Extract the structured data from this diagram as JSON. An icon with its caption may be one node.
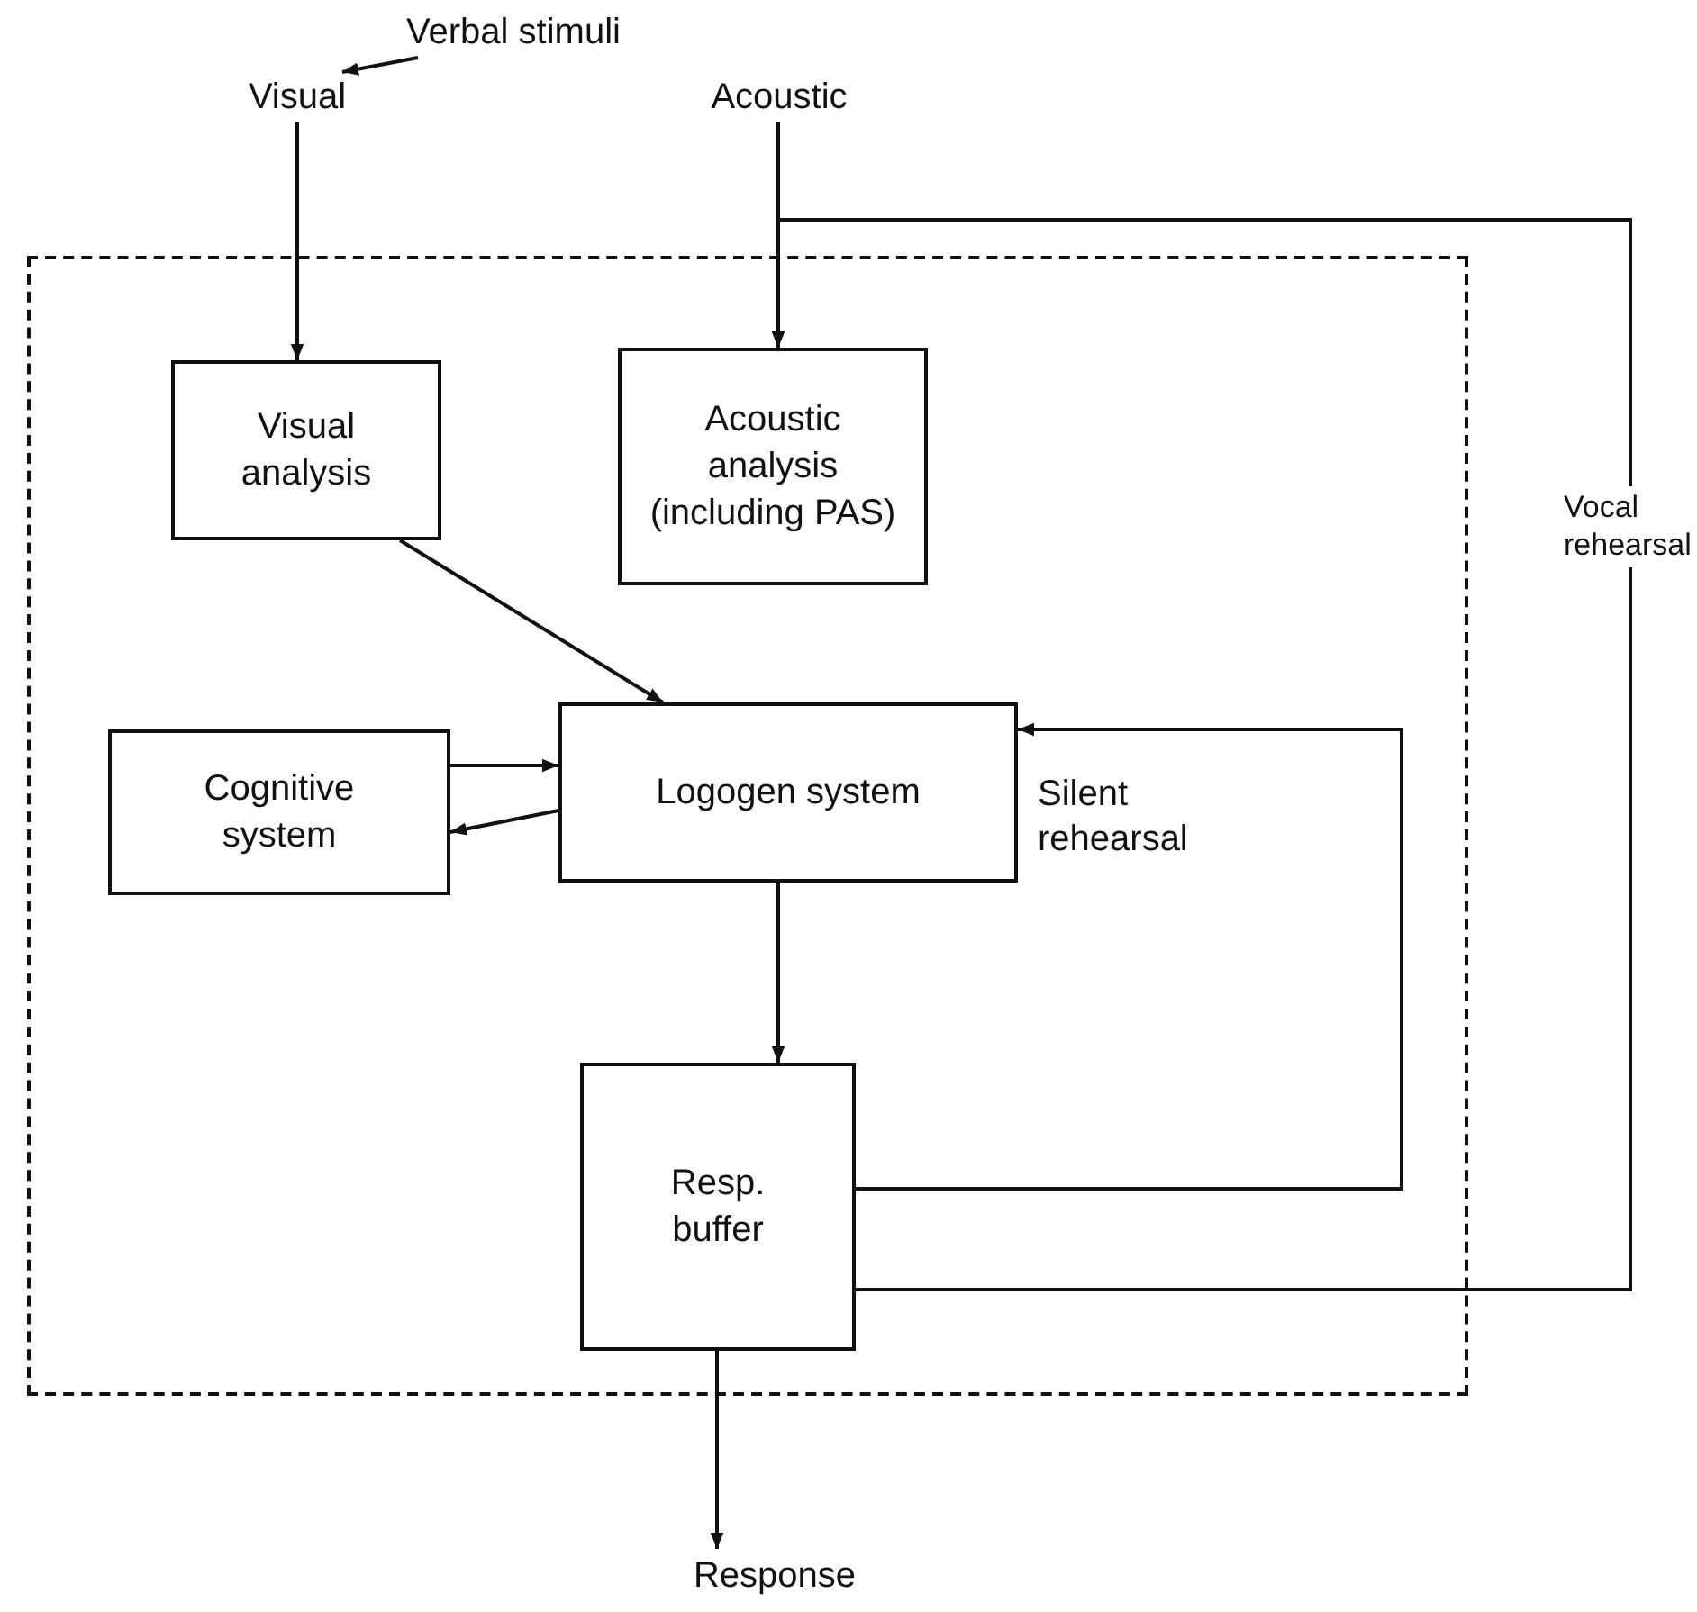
{
  "diagram": {
    "nodes": [
      {
        "text": [
          "Verbal stimuli"
        ]
      },
      {
        "text": [
          "Visual"
        ]
      },
      {
        "text": [
          "Acoustic"
        ]
      },
      {
        "text": [],
        "shape": "box"
      },
      {
        "text": [
          "Visual analysis"
        ],
        "in": 3
      },
      {
        "text": [
          "Acoustic analysis (including PAS)"
        ],
        "in": 3
      },
      {
        "text": [
          "Cognitive system"
        ],
        "in": 3
      },
      {
        "text": [
          "Logogen system"
        ],
        "in": 3
      },
      {
        "text": [
          "Resp. buffer"
        ],
        "in": 3
      },
      {
        "text": [
          "Response"
        ]
      }
    ],
    "edges": [
      {
        "from": 0,
        "to": 1,
        "arrow": "to"
      },
      {
        "from": 1,
        "to": 4,
        "arrow": "to"
      },
      {
        "from": 2,
        "to": 5,
        "arrow": "to"
      },
      {
        "from": 4,
        "to": 7,
        "arrow": "to"
      },
      {
        "from": 6,
        "to": 7,
        "arrow": "to"
      },
      {
        "from": 7,
        "to": 6,
        "arrow": "to"
      },
      {
        "from": 7,
        "to": 8,
        "arrow": "to"
      },
      {
        "from": 8,
        "to": 7,
        "arrow": "to",
        "label": "Silent rehearsal"
      },
      {
        "from": 8,
        "to": 9,
        "arrow": "to"
      },
      {
        "from": 8,
        "to": 5,
        "arrow": "to",
        "label": "Vocal rehearsal"
      }
    ]
  }
}
